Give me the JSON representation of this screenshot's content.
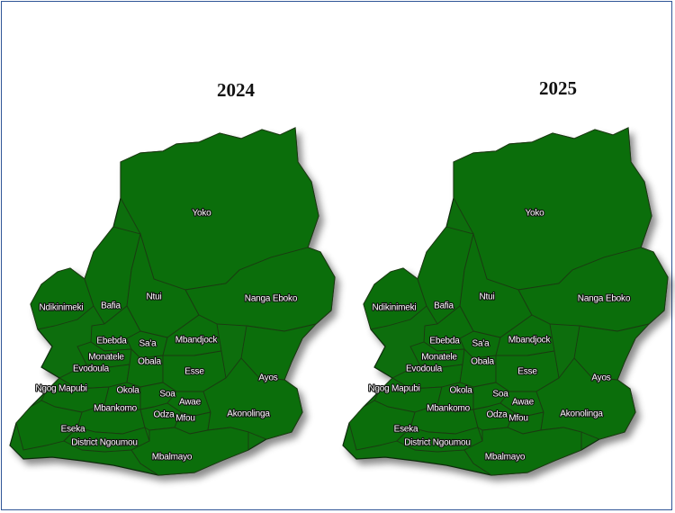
{
  "colors": {
    "fill": "#0b6e0b",
    "border": "#2f5597"
  },
  "maps": [
    {
      "year": "2024",
      "districts": [
        "Yoko",
        "Ndikinimeki",
        "Bafia",
        "Ntui",
        "Nanga Eboko",
        "Ebebda",
        "Sa'a",
        "Mbandjock",
        "Monatele",
        "Evodoula",
        "Obala",
        "Esse",
        "Ayos",
        "Ngog Mapubi",
        "Okola",
        "Soa",
        "Awae",
        "Mbankomo",
        "Odza",
        "Mfou",
        "Akonolinga",
        "Eseka",
        "District Ngoumou",
        "Mbalmayo"
      ]
    },
    {
      "year": "2025",
      "districts": [
        "Yoko",
        "Ndikinimeki",
        "Bafia",
        "Ntui",
        "Nanga Eboko",
        "Ebebda",
        "Sa'a",
        "Mbandjock",
        "Monatele",
        "Evodoula",
        "Obala",
        "Esse",
        "Ayos",
        "Ngog Mapubi",
        "Okola",
        "Soa",
        "Awae",
        "Mbankomo",
        "Odza",
        "Mfou",
        "Akonolinga",
        "Eseka",
        "District Ngoumou",
        "Mbalmayo"
      ]
    }
  ]
}
